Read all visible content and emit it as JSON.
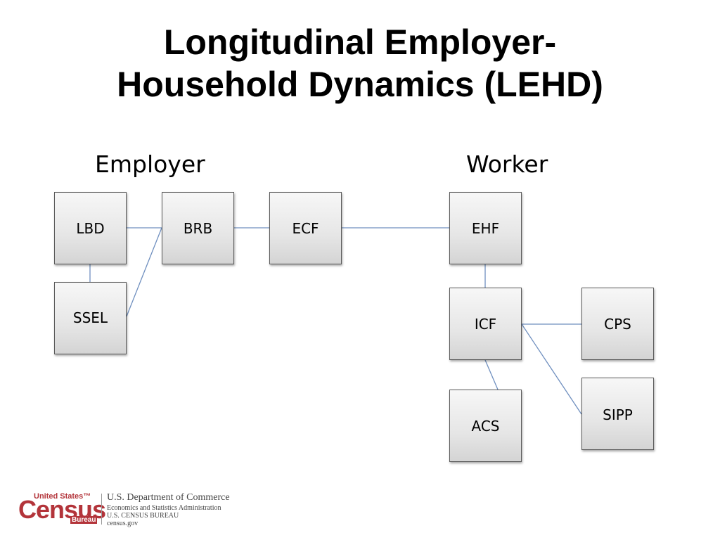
{
  "title_line1": "Longitudinal Employer-",
  "title_line2": "Household Dynamics (LEHD)",
  "labels": {
    "employer": "Employer",
    "worker": "Worker"
  },
  "nodes": {
    "lbd": "LBD",
    "ssel": "SSEL",
    "brb": "BRB",
    "ecf": "ECF",
    "ehf": "EHF",
    "icf": "ICF",
    "acs": "ACS",
    "cps": "CPS",
    "sipp": "SIPP"
  },
  "edges": [
    [
      "lbd",
      "brb"
    ],
    [
      "lbd",
      "ssel"
    ],
    [
      "ssel",
      "brb"
    ],
    [
      "brb",
      "ecf"
    ],
    [
      "ecf",
      "ehf"
    ],
    [
      "ehf",
      "icf"
    ],
    [
      "icf",
      "cps"
    ],
    [
      "icf",
      "sipp"
    ],
    [
      "icf",
      "acs"
    ]
  ],
  "colors": {
    "edge": "#6f8fbf",
    "brand": "#b3343a"
  },
  "footer": {
    "logo_line1": "United States™",
    "logo_main": "Census",
    "logo_bureau": "Bureau",
    "dept": "U.S. Department of Commerce",
    "line1": "Economics and Statistics Administration",
    "line2": "U.S. CENSUS BUREAU",
    "line3": "census.gov"
  }
}
